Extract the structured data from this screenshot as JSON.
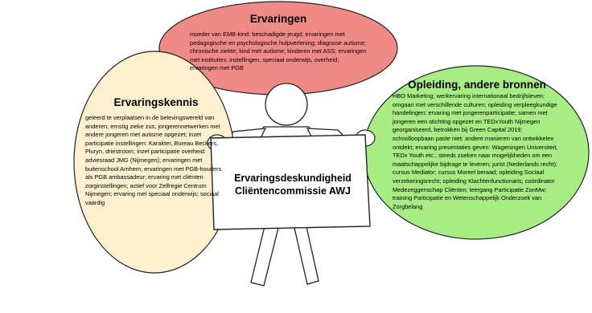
{
  "colors": {
    "ervaringen_fill": "#f08a86",
    "ervaringskennis_fill": "#fdf0cf",
    "opleiding_fill": "#a8ec84",
    "outline": "#222222"
  },
  "ervaringen": {
    "title": "Ervaringen",
    "body": "moeder van EMB-kind; beschadigde jeugd; ervaringen met pedagogische en psychologische hulpverlening; diagnose autisme; chronische ziekte; kind met autisme; kinderen met ASS; ervaringen met instituties: instellingen, speciaal onderwijs, overheid; ervaringen met PGB"
  },
  "ervaringskennis": {
    "title": "Ervaringskennis",
    "body": "geleerd te verplaatsen in de belevingswereld van anderen; ernstig zieke zus; jongerennetwerken met andere jongeren met autisme opgezet; inzet participatie instellingen: Karakter, Bureau Beckers, Pluryn, driestroom; inzet participatie overheid: adviesraad JMG (Nijmegen); ervaringen met buitenschool Arnhem; ervaringen met PGB-houders als PGB ambassadeur; ervaring met cliënten zorginstellingen; actief voor Zelfregie Centrum Nijmegen; ervaring met speciaal onderwijs; sociaal vaardig"
  },
  "opleiding": {
    "title": "Opleiding, andere bronnen",
    "body": "HBO Marketing; werkervaring internationaal bedrijfsleven; omgaan met verschillende culturen; opleiding verpleegkundige handelingen; ervaring met jongerenparticipatie; samen met jongeren een stichting opgezet en TEDxYouth Nijmegen georganiseerd, betrokken bij Green Capital 2019; schoolloopbaan paste niet: andere manieren van ontwikkelen ontdekt; ervaring presentaties geven: Wageningen Universiteit, TEDx Youth etc.; steeds zoeken naar mogelijkheden om een maatschappelijke bijdrage te leveren; jurist (Nederlands recht); cursus Mediator; cursus Moreel beraad; opleiding Sociaal verzekeringsrecht; opleiding Klachtenfunctionaris; coördinator Medezeggenschap Cliënten; leergang Participatie ZonMw; training Participatie en Wetenschappelijk Onderzoek van Zorgbelang"
  },
  "center": {
    "line1": "Ervaringsdeskundigheid",
    "line2": "Cliëntencommissie AWJ"
  }
}
